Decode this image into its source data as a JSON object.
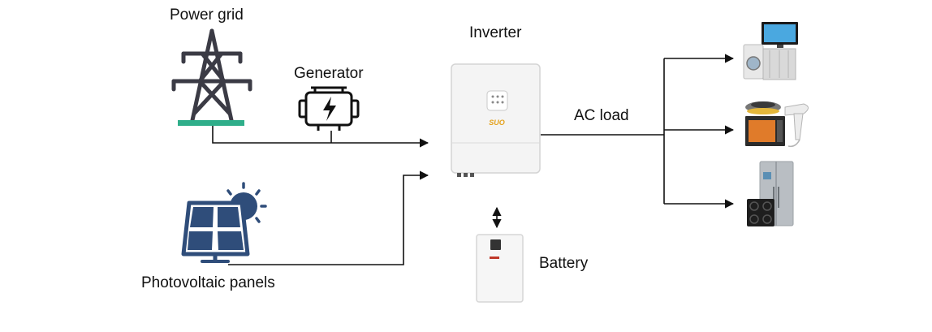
{
  "labels": {
    "power_grid": "Power grid",
    "generator": "Generator",
    "inverter": "Inverter",
    "ac_load": "AC load",
    "battery": "Battery",
    "photovoltaic": "Photovoltaic panels"
  },
  "inverter_brand": "SUO",
  "colors": {
    "line": "#111111",
    "tower": "#3b3b45",
    "grid_base": "#2fae8a",
    "solar": "#2f4d7a",
    "sun": "#2f4d7a",
    "inverter_body": "#f4f4f4",
    "brand": "#e4a11b",
    "battery_accent": "#c0392b"
  },
  "icons": [
    "transmission-tower-icon",
    "generator-icon",
    "solar-panel-icon",
    "sun-icon",
    "inverter-icon",
    "battery-icon",
    "tv-icon",
    "washing-machine-icon",
    "oven-icon",
    "cookware-icon",
    "hair-dryer-icon",
    "refrigerator-icon",
    "cooktop-icon"
  ]
}
